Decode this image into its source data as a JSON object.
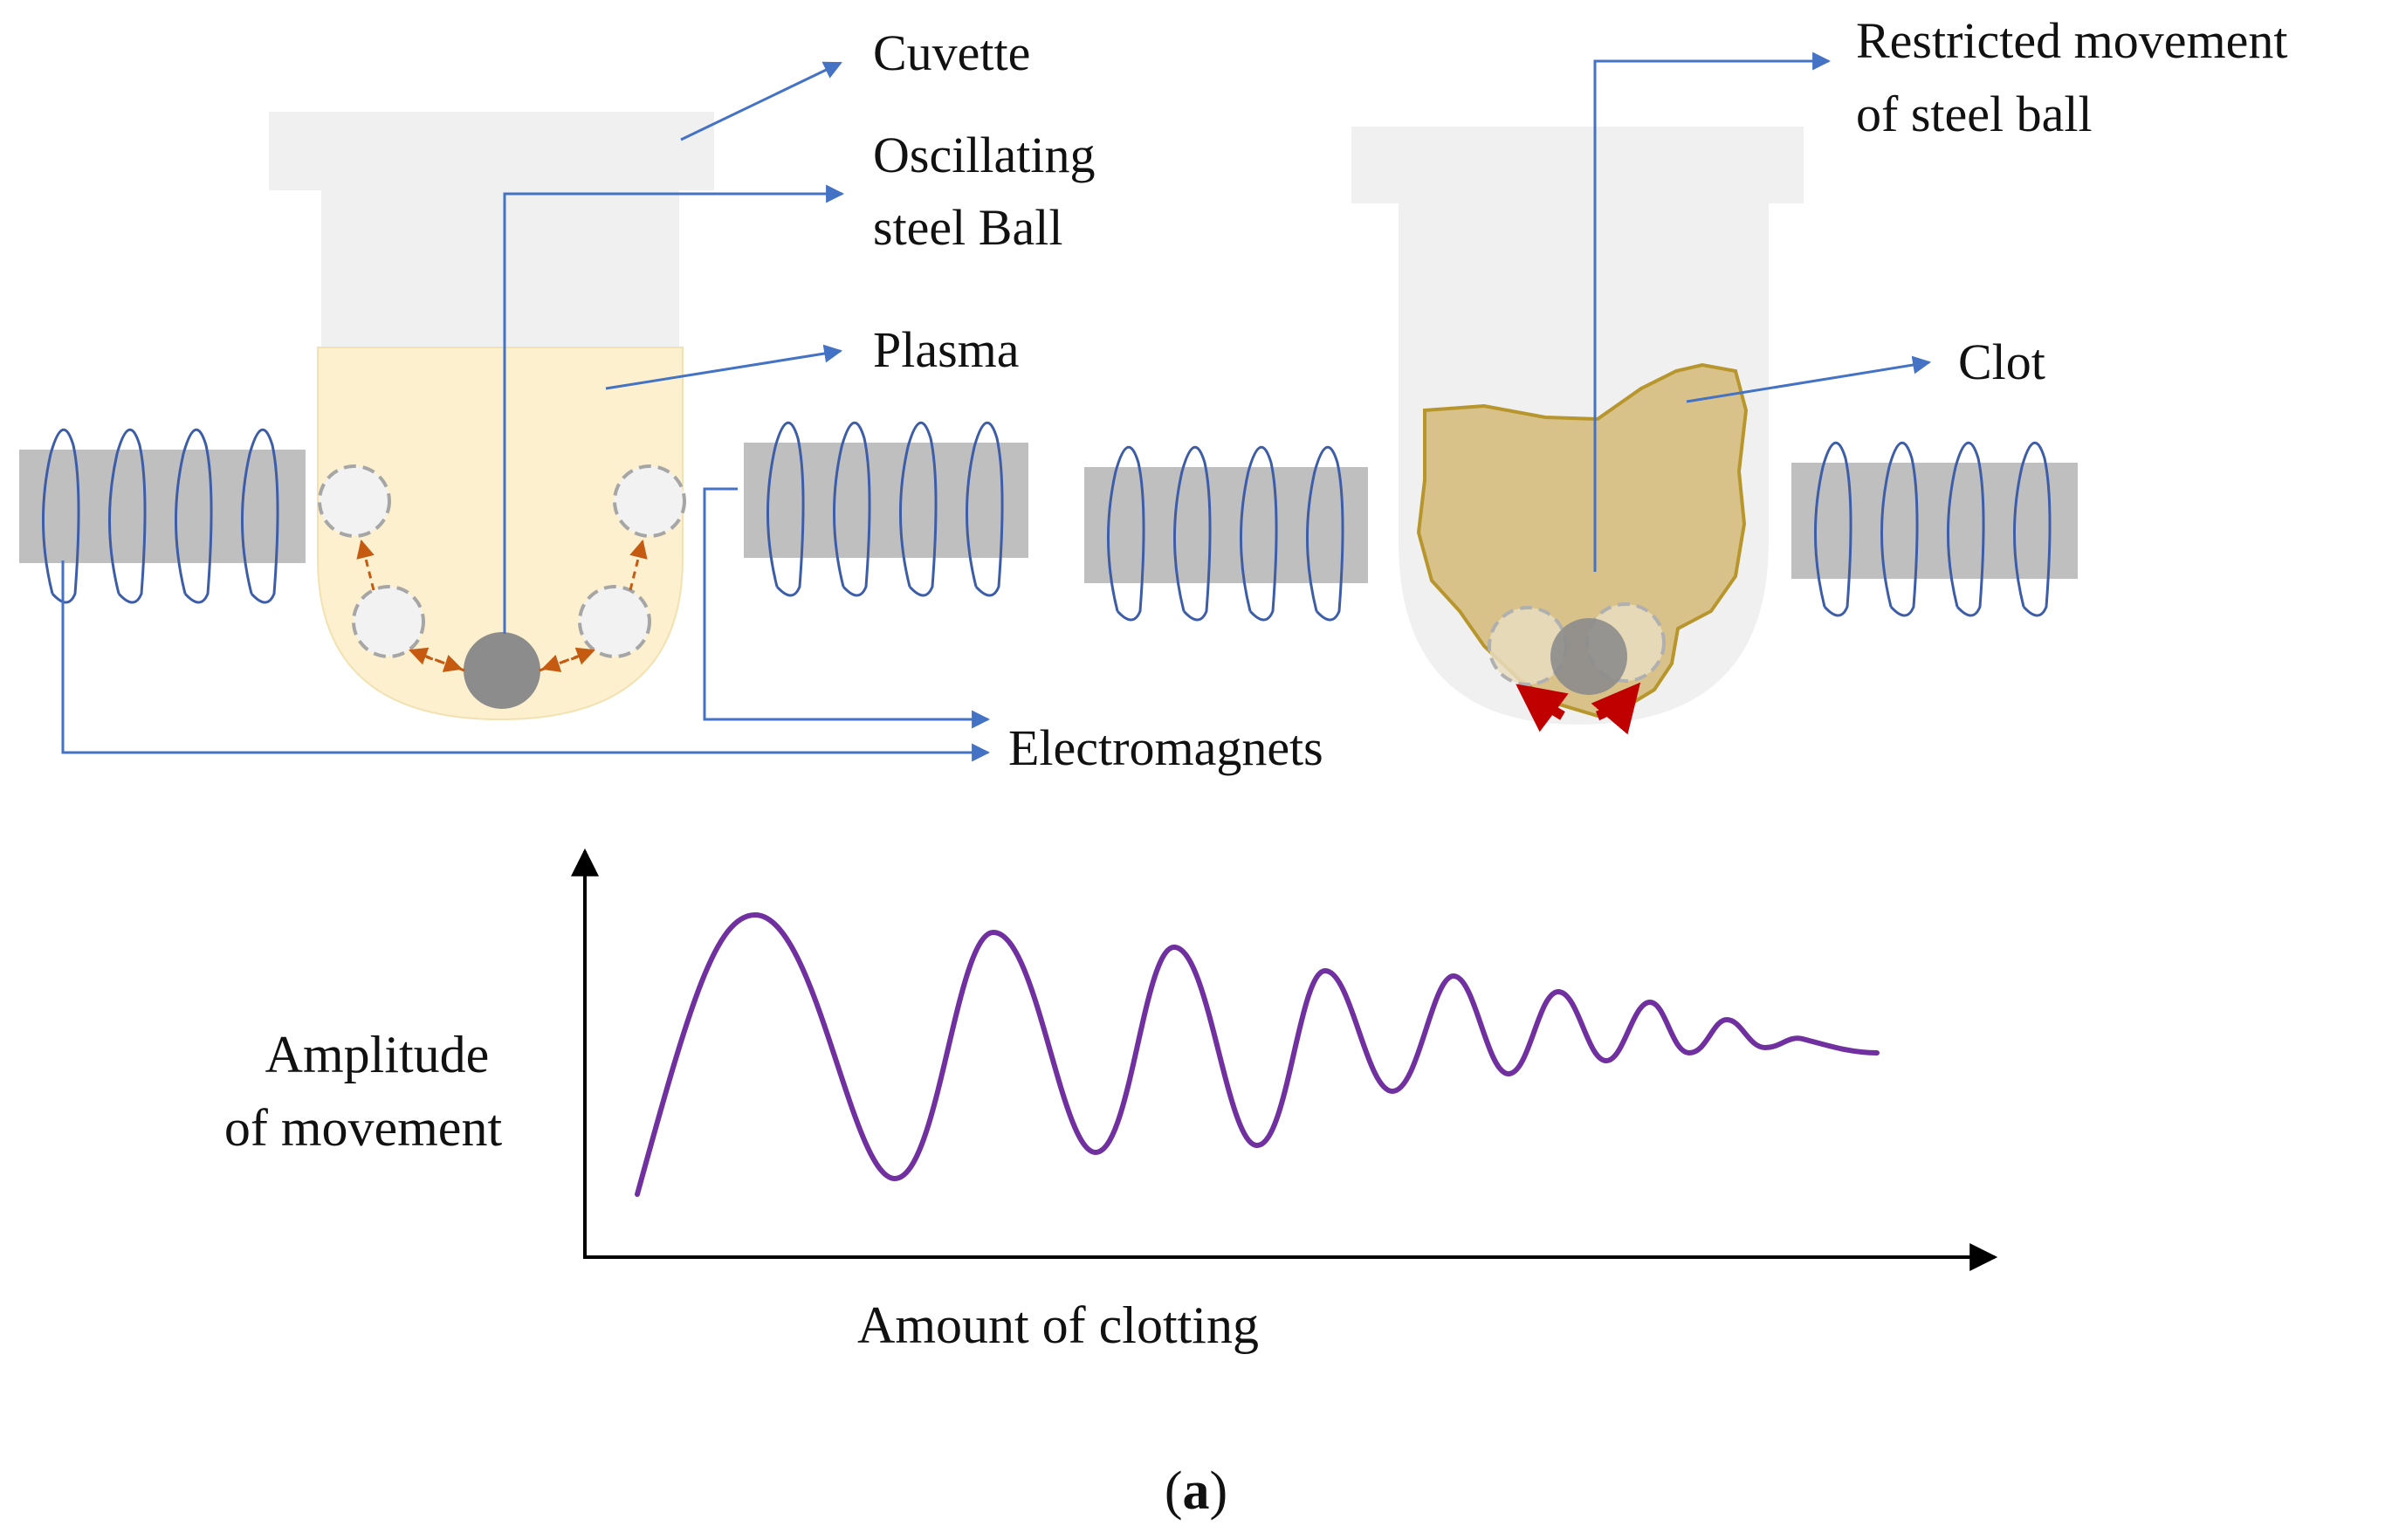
{
  "labels": {
    "cuvette": "Cuvette",
    "oscillating_line1": "Oscillating",
    "oscillating_line2": "steel Ball",
    "plasma": "Plasma",
    "electromagnets": "Electromagnets",
    "restricted_line1": "Restricted movement",
    "restricted_line2": "of steel ball",
    "clot": "Clot"
  },
  "graph": {
    "ylabel_line1": "Amplitude",
    "ylabel_line2": "of movement",
    "xlabel": "Amount of clotting"
  },
  "caption": {
    "open": "(",
    "letter": "a",
    "close": ")"
  },
  "colors": {
    "cuvette": "#f0f0f0",
    "plasma": "#fdf0cf",
    "electromagnet": "#bfbfbf",
    "coil": "#3d5da8",
    "leader": "#4472c4",
    "ball": "#8c8c8c",
    "ghost_ball": "#a6a6a6",
    "orange_arrow": "#c55a11",
    "clot_fill": "#d9c28a",
    "clot_stroke": "#b8962e",
    "red_arrow": "#c00000",
    "curve": "#7030a0"
  }
}
